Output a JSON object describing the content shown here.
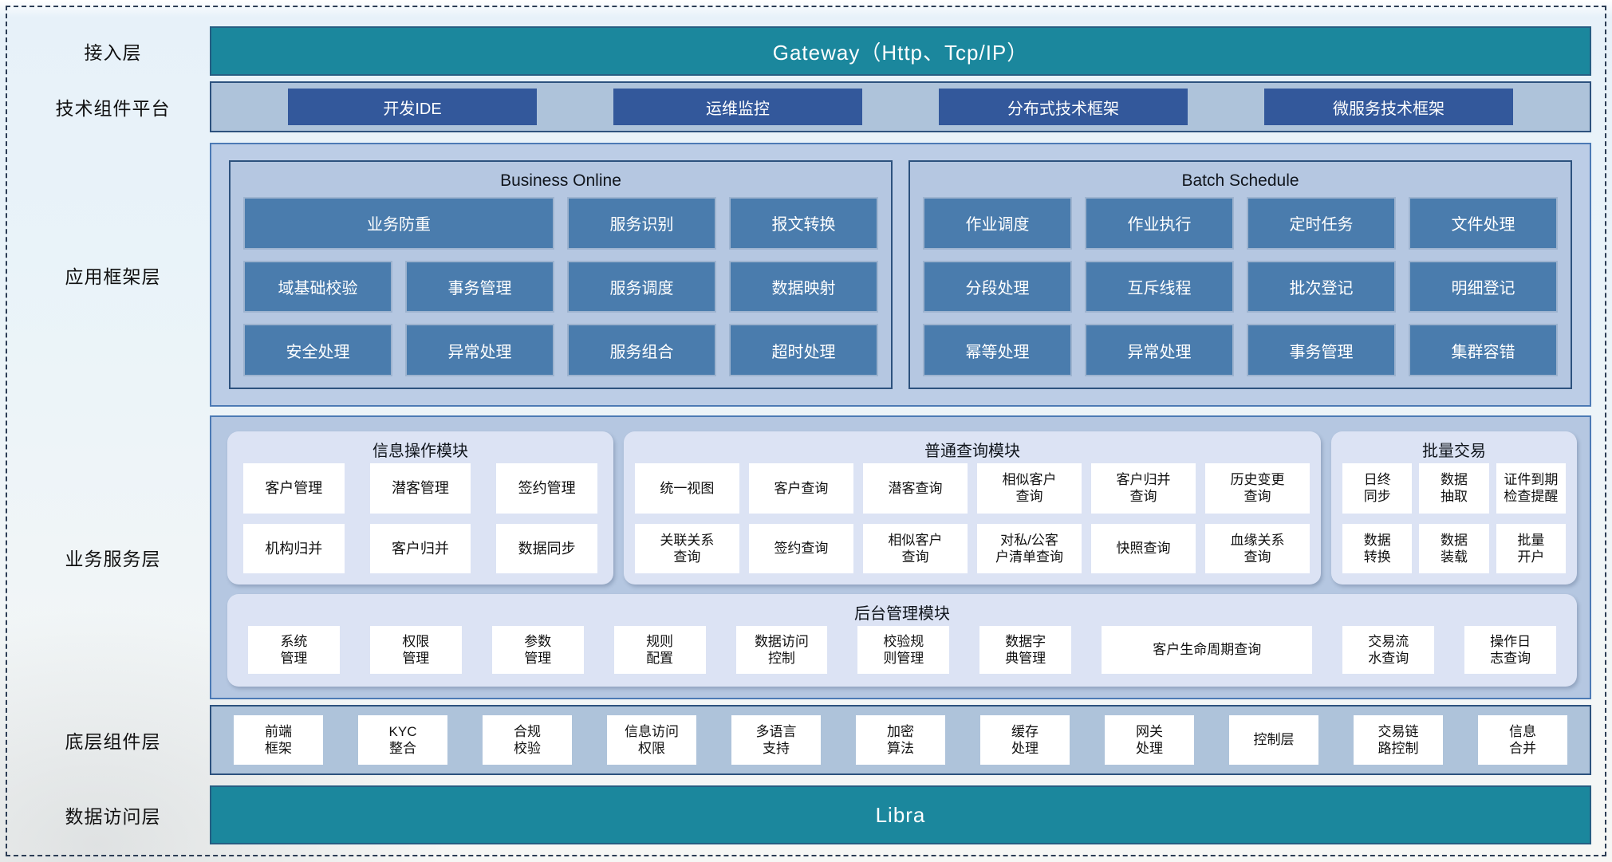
{
  "layers": {
    "access": "接入层",
    "tech": "技术组件平台",
    "appfw": "应用框架层",
    "bizsvc": "业务服务层",
    "base": "底层组件层",
    "data": "数据访问层"
  },
  "gateway": {
    "title": "Gateway（Http、Tcp/IP）"
  },
  "tech_platform": {
    "items": [
      "开发IDE",
      "运维监控",
      "分布式技术框架",
      "微服务技术框架"
    ]
  },
  "app_framework": {
    "business_online": {
      "title": "Business Online",
      "items": [
        {
          "label": "业务防重",
          "span": 2
        },
        "服务识别",
        "报文转换",
        "域基础校验",
        "事务管理",
        "服务调度",
        "数据映射",
        "安全处理",
        "异常处理",
        "服务组合",
        "超时处理"
      ]
    },
    "batch_schedule": {
      "title": "Batch Schedule",
      "items": [
        "作业调度",
        "作业执行",
        "定时任务",
        "文件处理",
        "分段处理",
        "互斥线程",
        "批次登记",
        "明细登记",
        "幂等处理",
        "异常处理",
        "事务管理",
        "集群容错"
      ]
    }
  },
  "business_service": {
    "info_module": {
      "title": "信息操作模块",
      "items": [
        "客户管理",
        "潜客管理",
        "签约管理",
        "机构归并",
        "客户归并",
        "数据同步"
      ]
    },
    "query_module": {
      "title": "普通查询模块",
      "items": [
        "统一视图",
        "客户查询",
        "潜客查询",
        "相似客户\n查询",
        "客户归并\n查询",
        "历史变更\n查询",
        "关联关系\n查询",
        "签约查询",
        "相似客户\n查询",
        "对私/公客\n户清单查询",
        "快照查询",
        "血缘关系\n查询"
      ]
    },
    "batch_module": {
      "title": "批量交易",
      "items": [
        "日终\n同步",
        "数据\n抽取",
        "证件到期\n检查提醒",
        "数据\n转换",
        "数据\n装载",
        "批量\n开户"
      ]
    },
    "admin_module": {
      "title": "后台管理模块",
      "items": [
        "系统\n管理",
        "权限\n管理",
        "参数\n管理",
        "规则\n配置",
        "数据访问\n控制",
        "校验规\n则管理",
        "数据字\n典管理",
        {
          "label": "客户生命周期查询",
          "flex": "2.3"
        },
        "交易流\n水查询",
        "操作日\n志查询"
      ]
    }
  },
  "base_components": {
    "items": [
      "前端\n框架",
      "KYC\n整合",
      "合规\n校验",
      "信息访问\n权限",
      "多语言\n支持",
      "加密\n算法",
      "缓存\n处理",
      "网关\n处理",
      "控制层",
      "交易链\n路控制",
      "信息\n合并"
    ]
  },
  "data_access": {
    "title": "Libra"
  },
  "colors": {
    "teal": "#1b879d",
    "dark_blue_button": "#33589b",
    "panel_blue": "#aec3da",
    "framework_item_blue": "#4a7cad",
    "module_bg": "#dce3f4"
  }
}
